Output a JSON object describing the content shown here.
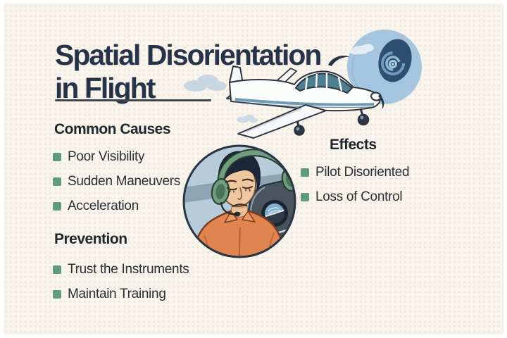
{
  "title": {
    "line1": "Spatial Disorientation",
    "line2": "in Flight"
  },
  "sections": {
    "causes": {
      "heading": "Common Causes",
      "items": [
        "Poor Visibility",
        "Sudden Maneuvers",
        "Acceleration"
      ]
    },
    "effects": {
      "heading": "Effects",
      "items": [
        "Pilot Disoriented",
        "Loss of Control"
      ]
    },
    "prevention": {
      "heading": "Prevention",
      "items": [
        "Trust the Instruments",
        "Maintain Training"
      ]
    }
  },
  "illustrations": {
    "airplane": "single-engine-airplane",
    "vortex": "spiral-vortex-circle",
    "pilot": "disoriented-pilot-with-headset",
    "clouds": "small-clouds"
  },
  "colors": {
    "background": "#f8f4ec",
    "title_navy": "#273349",
    "heading_dark": "#1f252d",
    "body_text": "#2a2f37",
    "bullet_green": "#5f9c7d",
    "vortex_light_blue": "#a6c5de",
    "vortex_dark_blue": "#2e4f70",
    "plane_window_teal": "#4e7f90",
    "pilot_shirt_orange": "#e08450",
    "headset_green": "#6f9e7d",
    "cloud_grey_blue": "#c9d7e3"
  }
}
